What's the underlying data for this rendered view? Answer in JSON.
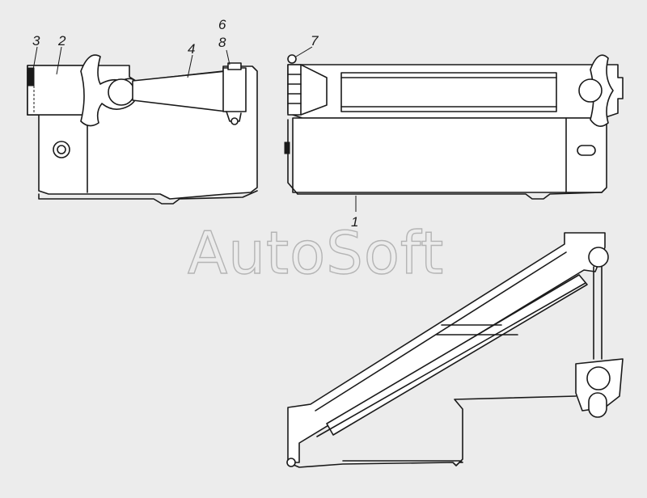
{
  "watermark": "AutoSoft",
  "callouts": [
    {
      "id": "c1",
      "text": "1"
    },
    {
      "id": "c2",
      "text": "2"
    },
    {
      "id": "c3",
      "text": "3"
    },
    {
      "id": "c4",
      "text": "4"
    },
    {
      "id": "c6",
      "text": "6"
    },
    {
      "id": "c7",
      "text": "7"
    },
    {
      "id": "c8",
      "text": "8"
    }
  ],
  "colors": {
    "background": "#ececec",
    "line": "#1a1a1a",
    "watermark": "#b4b4b4"
  }
}
